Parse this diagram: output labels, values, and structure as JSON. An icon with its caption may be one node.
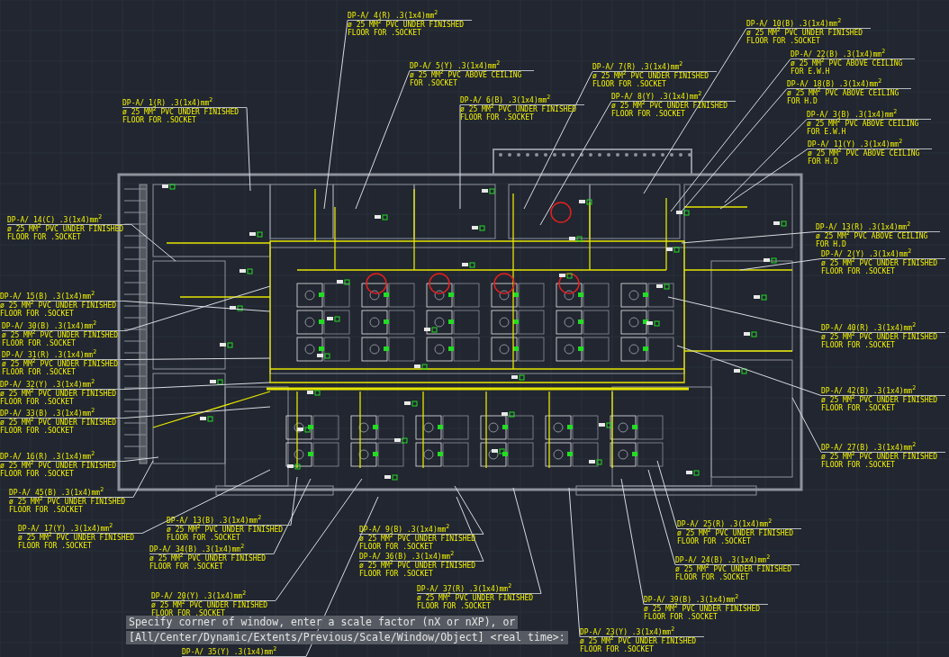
{
  "diagram": {
    "nodes": [
      {
        "text": [
          "DP-A/ 4(R) .3(1x4)mm$^{2}$",
          "ø 25 MM$^{2}$ PVC UNDER FINISHED FLOOR FOR .SOCKET"
        ]
      },
      {
        "text": [
          "DP-A/ 5(Y) .3(1x4)mm$^{2}$",
          "ø 25 MM$^{2}$ PVC ABOVE CEILING FOR .SOCKET"
        ]
      },
      {
        "text": [
          "DP-A/ 1(R) .3(1x4)mm$^{2}$",
          "ø 25 MM$^{2}$ PVC UNDER FINISHED FLOOR FOR .SOCKET"
        ]
      },
      {
        "text": [
          "DP-A/ 6(B) .3(1x4)mm$^{2}$",
          "ø 25 MM$^{2}$ PVC UNDER FINISHED FLOOR FOR .SOCKET"
        ]
      },
      {
        "text": [
          "DP-A/ 7(R) .3(1x4)mm$^{2}$",
          "ø 25 MM$^{2}$ PVC UNDER FINISHED FLOOR FOR .SOCKET"
        ]
      },
      {
        "text": [
          "DP-A/ 8(Y) .3(1x4)mm$^{2}$",
          "ø 25 MM$^{2}$ PVC UNDER FINISHED FLOOR FOR .SOCKET"
        ]
      },
      {
        "text": [
          "DP-A/ 10(B) .3(1x4)mm$^{2}$",
          "ø 25 MM$^{2}$ PVC UNDER FINISHED FLOOR FOR .SOCKET"
        ]
      },
      {
        "text": [
          "DP-A/ 22(B) .3(1x4)mm$^{2}$",
          "ø 25 MM$^{2}$ PVC ABOVE CEILING FOR E.W.H"
        ]
      },
      {
        "text": [
          "DP-A/ 18(B) .3(1x4)mm$^{2}$",
          "ø 25 MM$^{2}$ PVC ABOVE CEILING FOR H.D"
        ]
      },
      {
        "text": [
          "DP-A/ 3(B) .3(1x4)mm$^{2}$",
          "ø 25 MM$^{2}$ PVC ABOVE CEILING FOR E.W.H"
        ]
      },
      {
        "text": [
          "DP-A/ 11(Y) .3(1x4)mm$^{2}$",
          "ø 25 MM$^{2}$ PVC ABOVE CEILING FOR H.D"
        ]
      },
      {
        "text": [
          "DP-A/ 13(R) .3(1x4)mm$^{2}$",
          "ø 25 MM$^{2}$ PVC ABOVE CEILING FOR H.D"
        ]
      },
      {
        "text": [
          "DP-A/ 2(Y) .3(1x4)mm$^{2}$",
          "ø 25 MM$^{2}$ PVC UNDER FINISHED FLOOR FOR .SOCKET"
        ]
      },
      {
        "text": [
          "DP-A/ 14(C) .3(1x4)mm$^{2}$",
          "ø 25 MM$^{2}$ PVC UNDER FINISHED FLOOR FOR .SOCKET"
        ]
      },
      {
        "text": [
          "DP-A/ 15(B) .3(1x4)mm$^{2}$",
          "ø 25 MM$^{2}$ PVC UNDER FINISHED FLOOR FOR .SOCKET"
        ]
      },
      {
        "text": [
          "DP-A/ 30(B) .3(1x4)mm$^{2}$",
          "ø 25 MM$^{2}$ PVC UNDER FINISHED FLOOR FOR .SOCKET"
        ]
      },
      {
        "text": [
          "DP-A/ 31(R) .3(1x4)mm$^{2}$",
          "ø 25 MM$^{2}$ PVC UNDER FINISHED FLOOR FOR .SOCKET"
        ]
      },
      {
        "text": [
          "DP-A/ 40(R) .3(1x4)mm$^{2}$",
          "ø 25 MM$^{2}$ PVC UNDER FINISHED FLOOR FOR .SOCKET"
        ]
      },
      {
        "text": [
          "DP-A/ 32(Y) .3(1x4)mm$^{2}$",
          "ø 25 MM$^{2}$ PVC UNDER FINISHED FLOOR FOR .SOCKET"
        ]
      },
      {
        "text": [
          "DP-A/ 42(B) .3(1x4)mm$^{2}$",
          "ø 25 MM$^{2}$ PVC UNDER FINISHED FLOOR FOR .SOCKET"
        ]
      },
      {
        "text": [
          "DP-A/ 33(B) .3(1x4)mm$^{2}$",
          "ø 25 MM$^{2}$ PVC UNDER FINISHED FLOOR FOR .SOCKET"
        ]
      },
      {
        "text": [
          "DP-A/ 27(B) .3(1x4)mm$^{2}$",
          "ø 25 MM$^{2}$ PVC UNDER FINISHED FLOOR FOR .SOCKET"
        ]
      },
      {
        "text": [
          "DP-A/ 16(R) .3(1x4)mm$^{2}$",
          "ø 25 MM$^{2}$ PVC UNDER FINISHED FLOOR FOR .SOCKET"
        ]
      },
      {
        "text": [
          "DP-A/ 45(B) .3(1x4)mm$^{2}$",
          "ø 25 MM$^{2}$ PVC UNDER FINISHED FLOOR FOR .SOCKET"
        ]
      },
      {
        "text": [
          "DP-A/ 13(B) .3(1x4)mm$^{2}$",
          "ø 25 MM$^{2}$ PVC UNDER FINISHED FLOOR FOR .SOCKET"
        ]
      },
      {
        "text": [
          "DP-A/ 25(R) .3(1x4)mm$^{2}$",
          "ø 25 MM$^{2}$ PVC UNDER FINISHED FLOOR FOR .SOCKET"
        ]
      },
      {
        "text": [
          "DP-A/ 17(Y) .3(1x4)mm$^{2}$",
          "ø 25 MM$^{2}$ PVC UNDER FINISHED FLOOR FOR .SOCKET"
        ]
      },
      {
        "text": [
          "DP-A/ 9(B) .3(1x4)mm$^{2}$",
          "ø 25 MM$^{2}$ PVC UNDER FINISHED FLOOR FOR .SOCKET"
        ]
      },
      {
        "text": [
          "DP-A/ 34(B) .3(1x4)mm$^{2}$",
          "ø 25 MM$^{2}$ PVC UNDER FINISHED FLOOR FOR .SOCKET"
        ]
      },
      {
        "text": [
          "DP-A/ 36(B) .3(1x4)mm$^{2}$",
          "ø 25 MM$^{2}$ PVC UNDER FINISHED FLOOR FOR .SOCKET"
        ]
      },
      {
        "text": [
          "DP-A/ 24(B) .3(1x4)mm$^{2}$",
          "ø 25 MM$^{2}$ PVC UNDER FINISHED FLOOR FOR .SOCKET"
        ]
      },
      {
        "text": [
          "DP-A/ 37(R) .3(1x4)mm$^{2}$",
          "ø 25 MM$^{2}$ PVC UNDER FINISHED FLOOR FOR .SOCKET"
        ]
      },
      {
        "text": [
          "DP-A/ 20(Y) .3(1x4)mm$^{2}$",
          "ø 25 MM$^{2}$ PVC UNDER FINISHED FLOOR FOR .SOCKET"
        ]
      },
      {
        "text": [
          "DP-A/ 39(B) .3(1x4)mm$^{2}$",
          "ø 25 MM$^{2}$ PVC UNDER FINISHED FLOOR FOR .SOCKET"
        ]
      },
      {
        "text": [
          "DP-A/ 23(Y) .3(1x4)mm$^{2}$",
          "ø 25 MM$^{2}$ PVC UNDER FINISHED FLOOR FOR .SOCKET"
        ]
      },
      {
        "text": [
          "DP-A/ 35(Y) .3(1x4)mm$^{2}$"
        ]
      }
    ],
    "edges": [
      {
        "from": 0,
        "to": null,
        "arrow": "none"
      },
      {
        "from": 1,
        "to": null,
        "arrow": "none"
      },
      {
        "from": 2,
        "to": null,
        "arrow": "none"
      },
      {
        "from": 3,
        "to": null,
        "arrow": "none"
      },
      {
        "from": 4,
        "to": null,
        "arrow": "none"
      },
      {
        "from": 5,
        "to": null,
        "arrow": "none"
      },
      {
        "from": 6,
        "to": null,
        "arrow": "none"
      },
      {
        "from": 7,
        "to": null,
        "arrow": "none"
      },
      {
        "from": 8,
        "to": null,
        "arrow": "none"
      },
      {
        "from": 9,
        "to": null,
        "arrow": "none"
      },
      {
        "from": 10,
        "to": null,
        "arrow": "none"
      },
      {
        "from": 11,
        "to": null,
        "arrow": "none"
      },
      {
        "from": 12,
        "to": null,
        "arrow": "none"
      },
      {
        "from": 13,
        "to": null,
        "arrow": "none"
      },
      {
        "from": 14,
        "to": null,
        "arrow": "none"
      },
      {
        "from": 15,
        "to": null,
        "arrow": "none"
      },
      {
        "from": 16,
        "to": null,
        "arrow": "none"
      },
      {
        "from": 17,
        "to": null,
        "arrow": "none"
      },
      {
        "from": 18,
        "to": null,
        "arrow": "none"
      },
      {
        "from": 19,
        "to": null,
        "arrow": "none"
      },
      {
        "from": 20,
        "to": null,
        "arrow": "none"
      },
      {
        "from": 21,
        "to": null,
        "arrow": "none"
      },
      {
        "from": 22,
        "to": null,
        "arrow": "none"
      },
      {
        "from": 23,
        "to": null,
        "arrow": "none"
      },
      {
        "from": 24,
        "to": null,
        "arrow": "none"
      },
      {
        "from": 25,
        "to": null,
        "arrow": "none"
      },
      {
        "from": 26,
        "to": null,
        "arrow": "none"
      },
      {
        "from": 27,
        "to": null,
        "arrow": "none"
      },
      {
        "from": 28,
        "to": null,
        "arrow": "none"
      },
      {
        "from": 29,
        "to": null,
        "arrow": "none"
      },
      {
        "from": 30,
        "to": null,
        "arrow": "none"
      },
      {
        "from": 31,
        "to": null,
        "arrow": "none"
      },
      {
        "from": 32,
        "to": null,
        "arrow": "none"
      },
      {
        "from": 33,
        "to": null,
        "arrow": "none"
      },
      {
        "from": 34,
        "to": null,
        "arrow": "none"
      },
      {
        "from": 35,
        "to": null,
        "arrow": "none"
      }
    ],
    "labels": [
      "Specify corner of window, enter a scale factor (nX or nXP), or",
      "[All/Center/Dynamic/Extents/Previous/Scale/Window/Object] <real time>:"
    ]
  }
}
